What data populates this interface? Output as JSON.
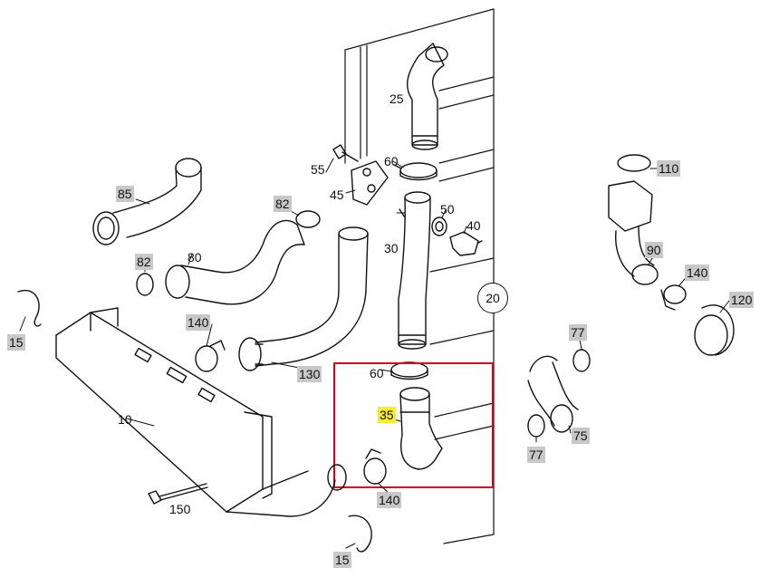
{
  "labels": {
    "p10": "10",
    "p15a": "15",
    "p15b": "15",
    "p20": "20",
    "p25": "25",
    "p30": "30",
    "p35": "35",
    "p40": "40",
    "p45": "45",
    "p50": "50",
    "p55": "55",
    "p60a": "60",
    "p60b": "60",
    "p75": "75",
    "p77a": "77",
    "p77b": "77",
    "p80": "80",
    "p82a": "82",
    "p82b": "82",
    "p85": "85",
    "p90": "90",
    "p110": "110",
    "p120": "120",
    "p130": "130",
    "p140a": "140",
    "p140b": "140",
    "p140c": "140",
    "p150": "150"
  },
  "colors": {
    "line": "#111111",
    "label_bg": "#c8c8c8",
    "highlight_bg": "#f5ee30",
    "selection_box": "#d0021b"
  }
}
